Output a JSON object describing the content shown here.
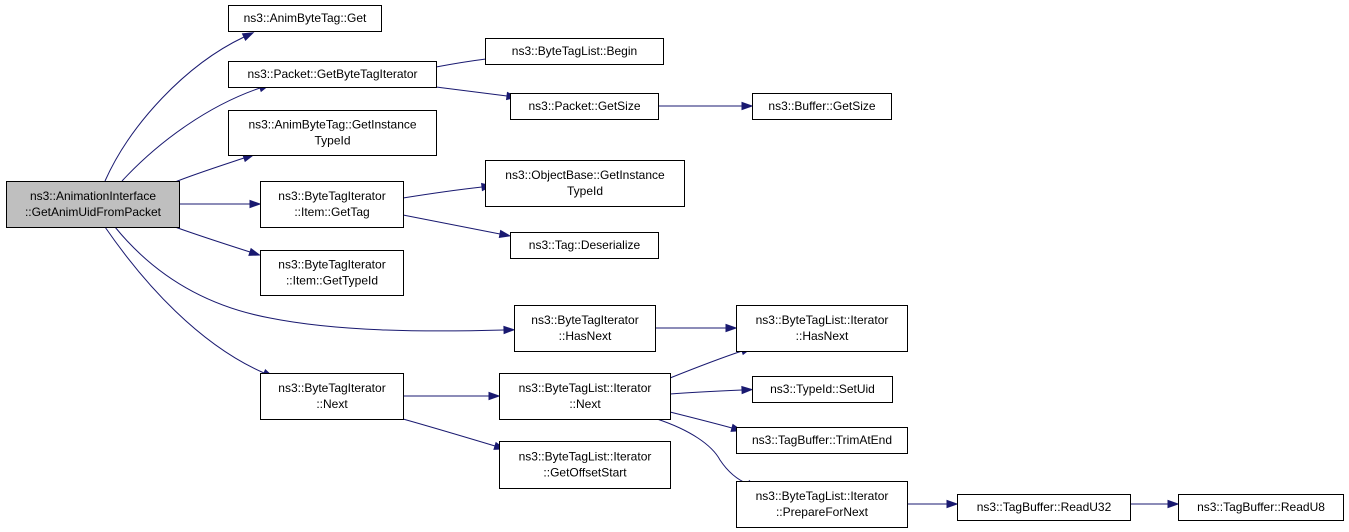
{
  "graph": {
    "colors": {
      "node_fill": "#ffffff",
      "root_fill": "#bfbfbf",
      "node_border": "#000000",
      "edge": "#191970"
    },
    "nodes": [
      {
        "id": "root",
        "lines": [
          "ns3::AnimationInterface",
          "::GetAnimUidFromPacket"
        ],
        "root": true
      },
      {
        "id": "animbytetag-get",
        "lines": [
          "ns3::AnimByteTag::Get"
        ]
      },
      {
        "id": "packet-getbytetagiterator",
        "lines": [
          "ns3::Packet::GetByteTagIterator"
        ]
      },
      {
        "id": "animbytetag-getinstancetypeid",
        "lines": [
          "ns3::AnimByteTag::GetInstance",
          "TypeId"
        ]
      },
      {
        "id": "bytetagiterator-item-gettag",
        "lines": [
          "ns3::ByteTagIterator",
          "::Item::GetTag"
        ]
      },
      {
        "id": "bytetagiterator-item-gettypeid",
        "lines": [
          "ns3::ByteTagIterator",
          "::Item::GetTypeId"
        ]
      },
      {
        "id": "bytetagiterator-hasnext",
        "lines": [
          "ns3::ByteTagIterator",
          "::HasNext"
        ]
      },
      {
        "id": "bytetagiterator-next",
        "lines": [
          "ns3::ByteTagIterator",
          "::Next"
        ]
      },
      {
        "id": "bytetaglist-begin",
        "lines": [
          "ns3::ByteTagList::Begin"
        ]
      },
      {
        "id": "packet-getsize",
        "lines": [
          "ns3::Packet::GetSize"
        ]
      },
      {
        "id": "buffer-getsize",
        "lines": [
          "ns3::Buffer::GetSize"
        ]
      },
      {
        "id": "objectbase-getinstancetypeid",
        "lines": [
          "ns3::ObjectBase::GetInstance",
          "TypeId"
        ]
      },
      {
        "id": "tag-deserialize",
        "lines": [
          "ns3::Tag::Deserialize"
        ]
      },
      {
        "id": "bytetaglist-iterator-hasnext",
        "lines": [
          "ns3::ByteTagList::Iterator",
          "::HasNext"
        ]
      },
      {
        "id": "bytetaglist-iterator-next",
        "lines": [
          "ns3::ByteTagList::Iterator",
          "::Next"
        ]
      },
      {
        "id": "bytetaglist-iterator-getoffsetstart",
        "lines": [
          "ns3::ByteTagList::Iterator",
          "::GetOffsetStart"
        ]
      },
      {
        "id": "typeid-setuid",
        "lines": [
          "ns3::TypeId::SetUid"
        ]
      },
      {
        "id": "tagbuffer-trimatend",
        "lines": [
          "ns3::TagBuffer::TrimAtEnd"
        ]
      },
      {
        "id": "bytetaglist-iterator-preparefornext",
        "lines": [
          "ns3::ByteTagList::Iterator",
          "::PrepareForNext"
        ]
      },
      {
        "id": "tagbuffer-readu32",
        "lines": [
          "ns3::TagBuffer::ReadU32"
        ]
      },
      {
        "id": "tagbuffer-readu8",
        "lines": [
          "ns3::TagBuffer::ReadU8"
        ]
      }
    ],
    "edges": [
      [
        "root",
        "animbytetag-get"
      ],
      [
        "root",
        "packet-getbytetagiterator"
      ],
      [
        "root",
        "animbytetag-getinstancetypeid"
      ],
      [
        "root",
        "bytetagiterator-item-gettag"
      ],
      [
        "root",
        "bytetagiterator-item-gettypeid"
      ],
      [
        "root",
        "bytetagiterator-hasnext"
      ],
      [
        "root",
        "bytetagiterator-next"
      ],
      [
        "packet-getbytetagiterator",
        "bytetaglist-begin"
      ],
      [
        "packet-getbytetagiterator",
        "packet-getsize"
      ],
      [
        "packet-getsize",
        "buffer-getsize"
      ],
      [
        "bytetagiterator-item-gettag",
        "objectbase-getinstancetypeid"
      ],
      [
        "bytetagiterator-item-gettag",
        "tag-deserialize"
      ],
      [
        "bytetagiterator-hasnext",
        "bytetaglist-iterator-hasnext"
      ],
      [
        "bytetagiterator-next",
        "bytetaglist-iterator-next"
      ],
      [
        "bytetagiterator-next",
        "bytetaglist-iterator-getoffsetstart"
      ],
      [
        "bytetaglist-iterator-next",
        "bytetaglist-iterator-hasnext"
      ],
      [
        "bytetaglist-iterator-next",
        "typeid-setuid"
      ],
      [
        "bytetaglist-iterator-next",
        "tagbuffer-trimatend"
      ],
      [
        "bytetaglist-iterator-next",
        "bytetaglist-iterator-preparefornext"
      ],
      [
        "bytetaglist-iterator-preparefornext",
        "tagbuffer-readu32"
      ],
      [
        "tagbuffer-readu32",
        "tagbuffer-readu8"
      ]
    ]
  }
}
